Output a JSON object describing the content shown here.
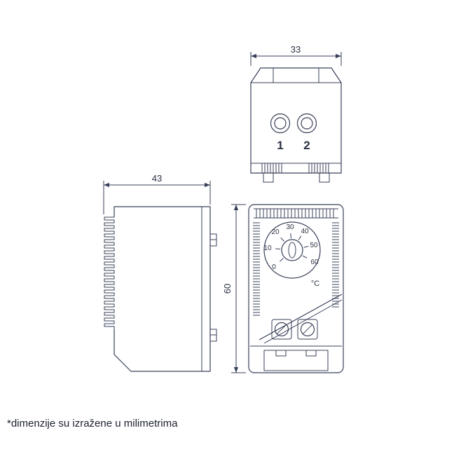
{
  "colors": {
    "line": "#39415a",
    "text": "#2b3242",
    "background": "#ffffff"
  },
  "dimensions": {
    "top_width_mm": "33",
    "side_depth_mm": "43",
    "front_height_mm": "60"
  },
  "top_view": {
    "terminal_labels": [
      "1",
      "2"
    ]
  },
  "front_view": {
    "dial_scale_labels": [
      "0",
      "10",
      "20",
      "30",
      "40",
      "50",
      "60"
    ],
    "temperature_unit": "°C"
  },
  "footnote": "*dimenzije su izražene u milimetrima"
}
